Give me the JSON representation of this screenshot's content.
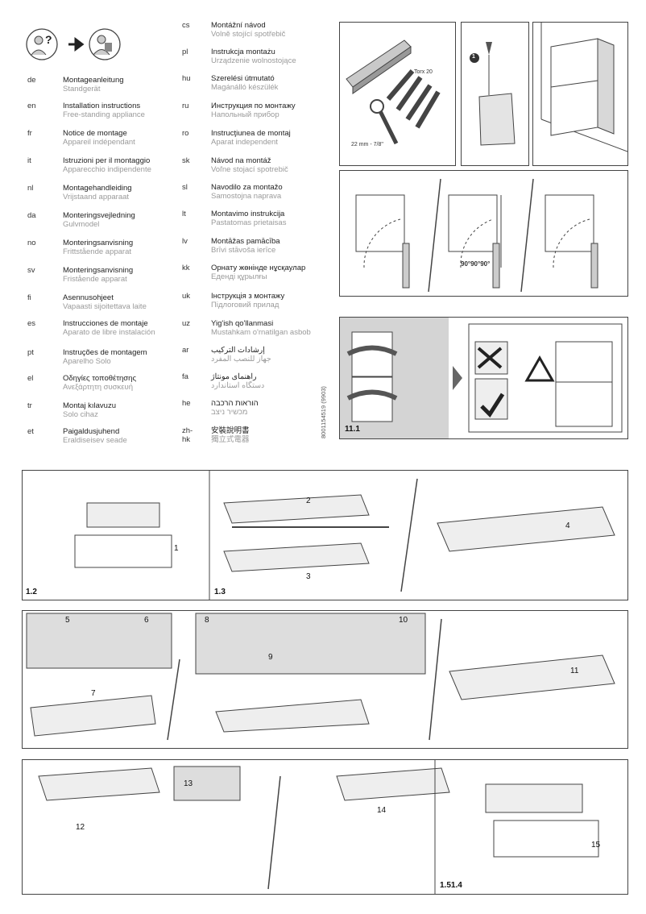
{
  "languages_left": [
    {
      "code": "de",
      "title": "Montageanleitung",
      "subtitle": "Standgerät"
    },
    {
      "code": "en",
      "title": "Installation instructions",
      "subtitle": "Free-standing appliance"
    },
    {
      "code": "fr",
      "title": "Notice de montage",
      "subtitle": "Appareil indépendant"
    },
    {
      "code": "it",
      "title": "Istruzioni per il montaggio",
      "subtitle": "Apparecchio indipendente"
    },
    {
      "code": "nl",
      "title": "Montagehandleiding",
      "subtitle": "Vrijstaand apparaat"
    },
    {
      "code": "da",
      "title": "Monteringsvejledning",
      "subtitle": "Gulvmodel"
    },
    {
      "code": "no",
      "title": "Monteringsanvisning",
      "subtitle": "Frittstående apparat"
    },
    {
      "code": "sv",
      "title": "Monteringsanvisning",
      "subtitle": "Fristående apparat"
    },
    {
      "code": "fi",
      "title": "Asennusohjeet",
      "subtitle": "Vapaasti sijoitettava laite"
    },
    {
      "code": "es",
      "title": "Instrucciones de montaje",
      "subtitle": "Aparato de libre instalación"
    },
    {
      "code": "pt",
      "title": "Instruções de montagem",
      "subtitle": "Aparelho Solo"
    },
    {
      "code": "el",
      "title": "Οδηγίες τοποθέτησης",
      "subtitle": "Ανεξάρτητη συσκευή"
    },
    {
      "code": "tr",
      "title": "Montaj kılavuzu",
      "subtitle": "Solo cihaz"
    },
    {
      "code": "et",
      "title": "Paigaldusjuhend",
      "subtitle": "Eraldiseisev seade"
    }
  ],
  "languages_right": [
    {
      "code": "cs",
      "title": "Montážní návod",
      "subtitle": "Volně stojící spotřebič"
    },
    {
      "code": "pl",
      "title": "Instrukcja montażu",
      "subtitle": "Urządzenie wolnostojące"
    },
    {
      "code": "hu",
      "title": "Szerelési útmutató",
      "subtitle": "Magánálló készülék"
    },
    {
      "code": "ru",
      "title": "Инструкция по монтажу",
      "subtitle": "Напольный прибор"
    },
    {
      "code": "ro",
      "title": "Instrucţiunea de montaj",
      "subtitle": "Aparat independent"
    },
    {
      "code": "sk",
      "title": "Návod na montáž",
      "subtitle": "Voľne stojací spotrebič"
    },
    {
      "code": "sl",
      "title": "Navodilo za montažo",
      "subtitle": "Samostojna naprava"
    },
    {
      "code": "lt",
      "title": "Montavimo instrukcija",
      "subtitle": "Pastatomas prietaisas"
    },
    {
      "code": "lv",
      "title": "Montāžas pamācība",
      "subtitle": "Brīvi stāvoša ierīce"
    },
    {
      "code": "kk",
      "title": "Орнату жөнінде нұсқаулар",
      "subtitle": "Еденді құрылғы"
    },
    {
      "code": "uk",
      "title": "Інструкція з монтажу",
      "subtitle": "Підлоговий прилад"
    },
    {
      "code": "uz",
      "title": "Yig'ish qo'llanmasi",
      "subtitle": "Mustahkam o'rnatilgan asbob"
    },
    {
      "code": "ar",
      "title": "إرشادات التركيب",
      "subtitle": "جهاز للنصب المفرد"
    },
    {
      "code": "fa",
      "title": "راهنمای مونتاژ",
      "subtitle": "دستگاه استاندارد"
    },
    {
      "code": "he",
      "title": "הוראות הרכבה",
      "subtitle": "מכשיר ניצב"
    },
    {
      "code": "zh-hk",
      "title": "安裝說明書",
      "subtitle": "獨立式電器"
    }
  ],
  "tools": {
    "torx": "Torx 20",
    "wrench": "22 mm - 7/8\"",
    "bag_step": "1"
  },
  "clearance": "90°90°90°",
  "document_code": "8001154519 (9903)",
  "figure_labels": {
    "f11_1": "11.1",
    "f1_2": "1.2",
    "f1_3": "1.3",
    "f1_51_4": "1.51.4"
  },
  "steps": [
    "1",
    "2",
    "3",
    "4",
    "5",
    "6",
    "7",
    "8",
    "9",
    "10",
    "11",
    "12",
    "13",
    "14",
    "15"
  ],
  "colors": {
    "line": "#444444",
    "shade": "#d8d8d8",
    "dark": "#555555"
  }
}
